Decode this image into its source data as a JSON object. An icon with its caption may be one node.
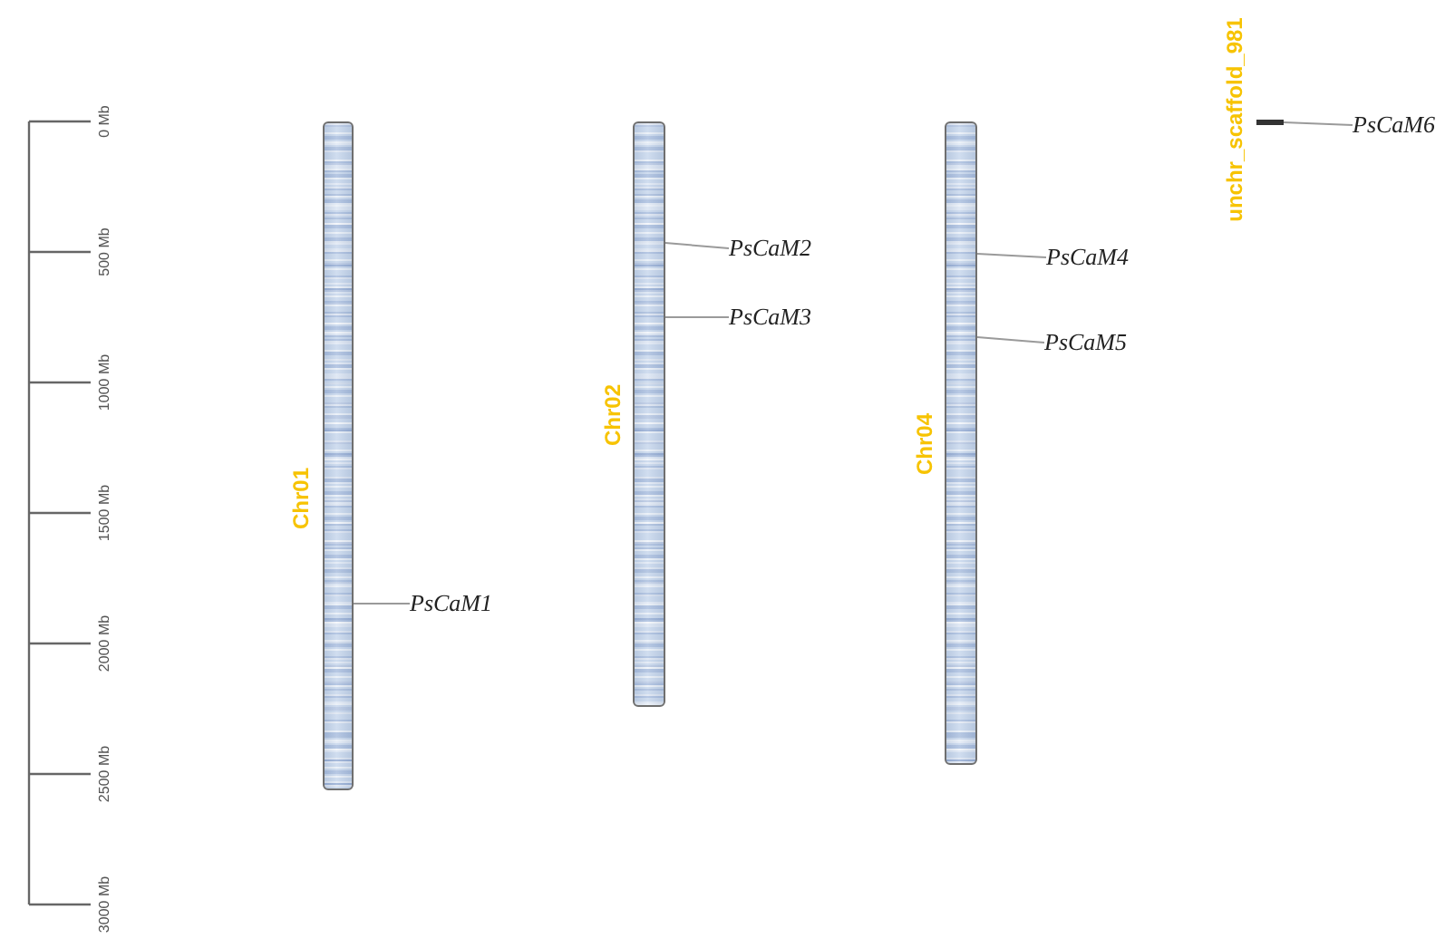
{
  "diagram": {
    "nodes": [
      {
        "text": [],
        "shape": "bar",
        "beside": [
          "Chr01"
        ]
      },
      {
        "text": [
          "PsCaM1"
        ]
      },
      {
        "text": [],
        "shape": "bar",
        "beside": [
          "Chr02"
        ]
      },
      {
        "text": [
          "PsCaM2"
        ]
      },
      {
        "text": [
          "PsCaM3"
        ]
      },
      {
        "text": [],
        "shape": "bar",
        "beside": [
          "Chr04"
        ]
      },
      {
        "text": [
          "PsCaM4"
        ]
      },
      {
        "text": [
          "PsCaM5"
        ]
      },
      {
        "text": [],
        "shape": "bar",
        "beside": [
          "unchr_scaffold_981"
        ]
      },
      {
        "text": [
          "PsCaM6"
        ]
      }
    ],
    "edges": [
      {
        "from": 1,
        "to": 0,
        "arrow": "none"
      },
      {
        "from": 3,
        "to": 2,
        "arrow": "none"
      },
      {
        "from": 4,
        "to": 2,
        "arrow": "none"
      },
      {
        "from": 6,
        "to": 5,
        "arrow": "none"
      },
      {
        "from": 7,
        "to": 5,
        "arrow": "none"
      },
      {
        "from": 9,
        "to": 8,
        "arrow": "none"
      }
    ],
    "labels": [
      "0 Mb",
      "500 Mb",
      "1000 Mb",
      "1500 Mb",
      "2000 Mb",
      "2500 Mb",
      "3000 Mb"
    ]
  }
}
